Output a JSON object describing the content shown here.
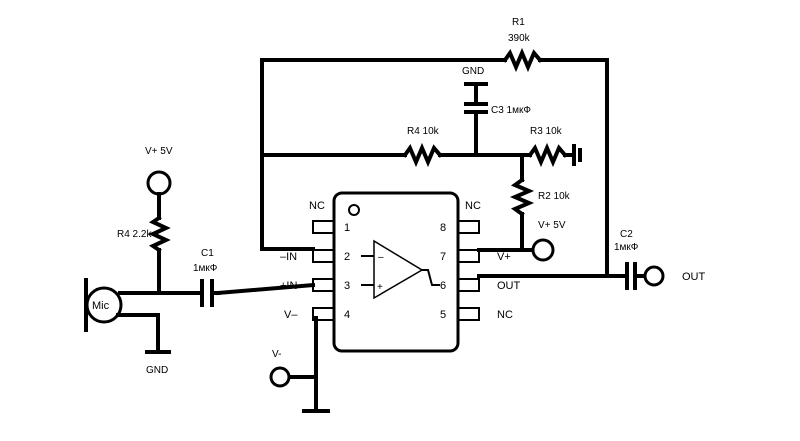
{
  "labels": {
    "r1_name": "R1",
    "r1_value": "390k",
    "gnd_top": "GND",
    "c3": "C3 1мкФ",
    "r4_top": "R4 10k",
    "r3": "R3 10k",
    "r2": "R2 10k",
    "vplus_left": "V+ 5V",
    "r4_left": "R4 2.2k",
    "c1_name": "C1",
    "c1_value": "1мкФ",
    "mic": "Mic",
    "gnd_bottom": "GND",
    "vminus": "V-",
    "vplus_right": "V+ 5V",
    "c2_name": "C2",
    "c2_value": "1мкФ",
    "out": "OUT"
  },
  "chip": {
    "pins_left": [
      {
        "num": "1",
        "name": "NC"
      },
      {
        "num": "2",
        "name": "–IN"
      },
      {
        "num": "3",
        "name": "+IN"
      },
      {
        "num": "4",
        "name": "V–"
      }
    ],
    "pins_right": [
      {
        "num": "8",
        "name": "NC"
      },
      {
        "num": "7",
        "name": "V+"
      },
      {
        "num": "6",
        "name": "OUT"
      },
      {
        "num": "5",
        "name": "NC"
      }
    ],
    "opamp_minus": "–",
    "opamp_plus": "+"
  }
}
